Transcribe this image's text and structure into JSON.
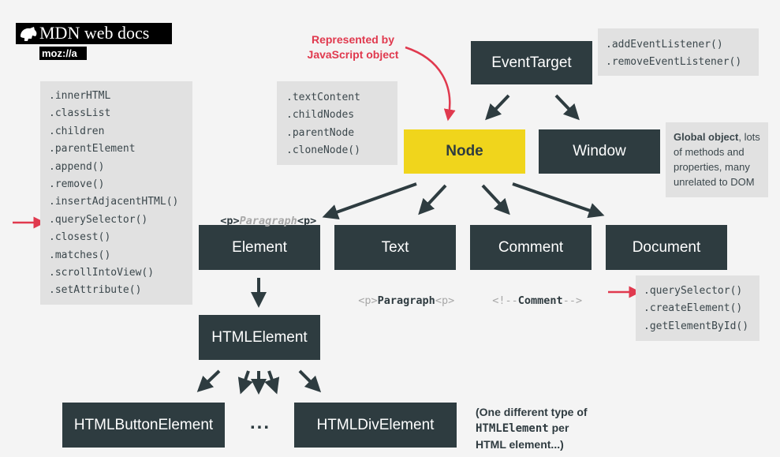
{
  "logo": {
    "title": "MDN web docs",
    "subtitle": "moz://a"
  },
  "annotation": {
    "line1": "Represented by",
    "line2": "JavaScript object"
  },
  "nodes": {
    "event_target": "EventTarget",
    "node": "Node",
    "window": "Window",
    "element": "Element",
    "text": "Text",
    "comment": "Comment",
    "document": "Document",
    "html_element": "HTMLElement",
    "html_button_element": "HTMLButtonElement",
    "html_div_element": "HTMLDivElement"
  },
  "ellipsis": "...",
  "event_target_methods": [
    ".addEventListener()",
    ".removeEventListener()"
  ],
  "node_methods": [
    ".textContent",
    ".childNodes",
    ".parentNode",
    ".cloneNode()"
  ],
  "element_methods": [
    ".innerHTML",
    ".classList",
    ".children",
    ".parentElement",
    ".append()",
    ".remove()",
    ".insertAdjacentHTML()",
    ".querySelector()",
    ".closest()",
    ".matches()",
    ".scrollIntoView()",
    ".setAttribute()"
  ],
  "document_methods": [
    ".querySelector()",
    ".createElement()",
    ".getElementById()"
  ],
  "window_note": {
    "bold": "Global object",
    "rest1": ", lots",
    "line2": "of methods and",
    "line3": "properties, many",
    "line4": "unrelated to DOM"
  },
  "samples": {
    "element": {
      "open": "<p>",
      "text": "Paragraph",
      "close": "<p>"
    },
    "text": {
      "open": "<p>",
      "text": "Paragraph",
      "close": "<p>"
    },
    "comment": {
      "open": "<!--",
      "text": "Comment",
      "close": "-->"
    }
  },
  "footnote": {
    "line1": "(One different type of",
    "code": "HTMLElement",
    "line2_rest": " per",
    "line3": "HTML element...)"
  },
  "colors": {
    "node_dark": "#2e3c40",
    "node_highlight": "#f0d51c",
    "accent_red": "#e0394e",
    "box_gray": "#e1e1e1",
    "background": "#f4f4f4"
  }
}
